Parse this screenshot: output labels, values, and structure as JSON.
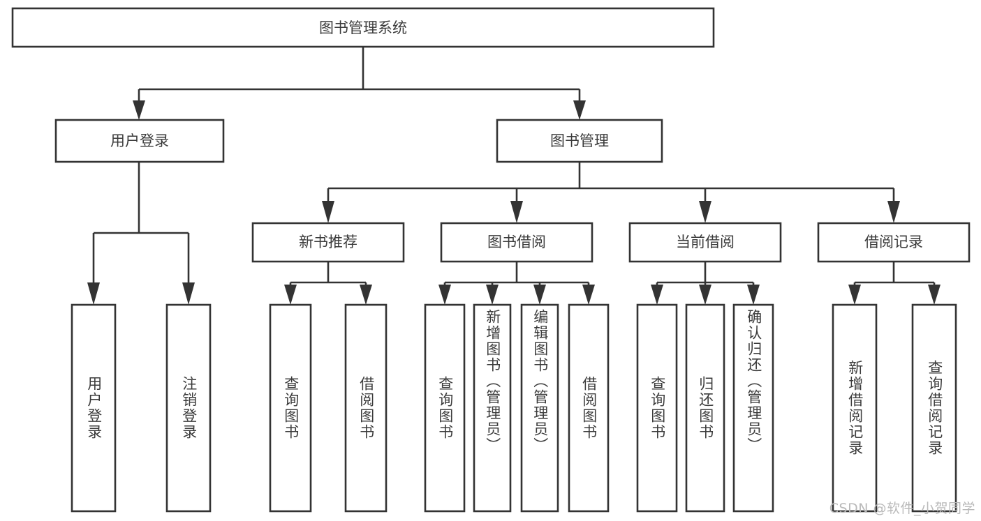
{
  "diagram": {
    "title": "图书管理系统",
    "watermark": "CSDN @软件_小贺同学",
    "colors": {
      "background": "#ffffff",
      "box_fill": "#ffffff",
      "box_stroke": "#333333",
      "text": "#3b3b3b",
      "watermark_text": "#b9b9b9"
    },
    "levels": {
      "root": {
        "label": "图书管理系统"
      },
      "level2": [
        {
          "id": "user-login",
          "label": "用户登录"
        },
        {
          "id": "book-management",
          "label": "图书管理"
        }
      ],
      "level3": [
        {
          "id": "new-book-recommend",
          "label": "新书推荐",
          "parent": "book-management"
        },
        {
          "id": "book-borrow",
          "label": "图书借阅",
          "parent": "book-management"
        },
        {
          "id": "current-borrow",
          "label": "当前借阅",
          "parent": "book-management"
        },
        {
          "id": "borrow-record",
          "label": "借阅记录",
          "parent": "book-management"
        }
      ],
      "leaves": [
        {
          "id": "leaf-user-login",
          "label": "用户登录",
          "parent": "user-login"
        },
        {
          "id": "leaf-logout-login",
          "label": "注销登录",
          "parent": "user-login"
        },
        {
          "id": "leaf-query-book-1",
          "label": "查询图书",
          "parent": "new-book-recommend"
        },
        {
          "id": "leaf-borrow-book-1",
          "label": "借阅图书",
          "parent": "new-book-recommend"
        },
        {
          "id": "leaf-query-book-2",
          "label": "查询图书",
          "parent": "book-borrow"
        },
        {
          "id": "leaf-add-book",
          "label": "新增图书（管理员）",
          "parent": "book-borrow"
        },
        {
          "id": "leaf-edit-book",
          "label": "编辑图书（管理员）",
          "parent": "book-borrow"
        },
        {
          "id": "leaf-borrow-book-2",
          "label": "借阅图书",
          "parent": "book-borrow"
        },
        {
          "id": "leaf-query-book-3",
          "label": "查询图书",
          "parent": "current-borrow"
        },
        {
          "id": "leaf-return-book",
          "label": "归还图书",
          "parent": "current-borrow"
        },
        {
          "id": "leaf-confirm-return",
          "label": "确认归还（管理员）",
          "parent": "current-borrow"
        },
        {
          "id": "leaf-add-record",
          "label": "新增借阅记录",
          "parent": "borrow-record"
        },
        {
          "id": "leaf-query-record",
          "label": "查询借阅记录",
          "parent": "borrow-record"
        }
      ]
    }
  }
}
